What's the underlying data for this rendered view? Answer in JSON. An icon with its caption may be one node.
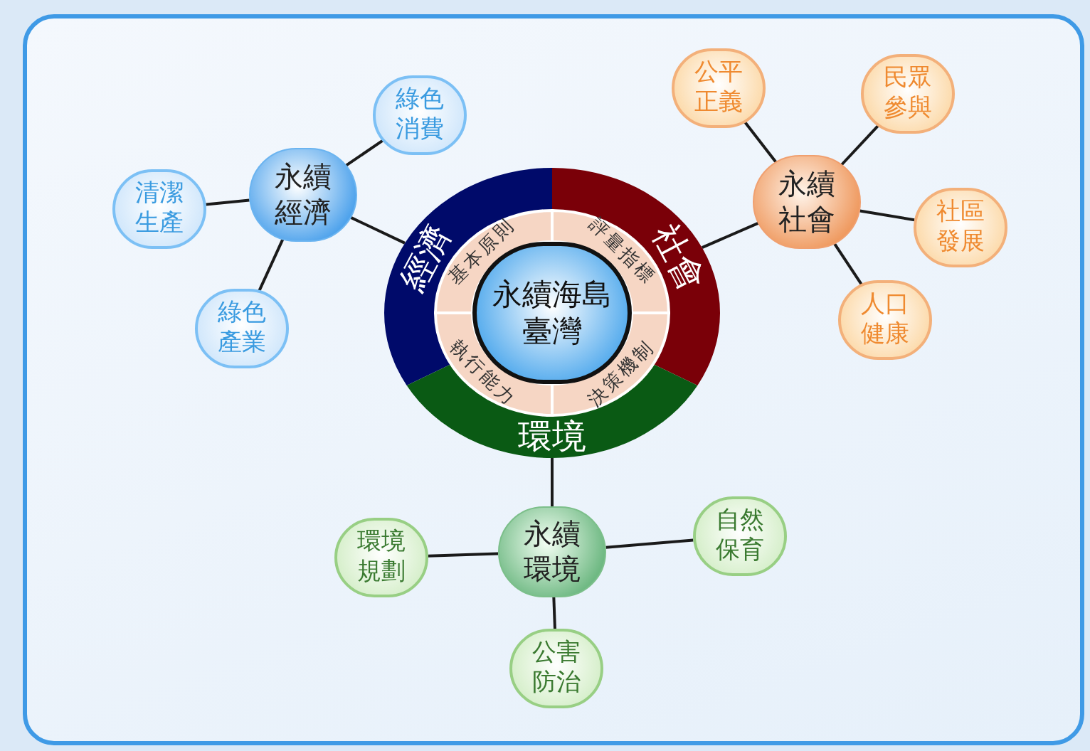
{
  "diagram": {
    "nodes": [
      {
        "text": [
          "經濟"
        ]
      },
      {
        "text": [
          "社會"
        ]
      },
      {
        "text": [
          "環境"
        ]
      },
      {
        "text": [
          "基本原則"
        ]
      },
      {
        "text": [
          "評量指標"
        ]
      },
      {
        "text": [
          "執行能力"
        ]
      },
      {
        "text": [
          "決策機制"
        ]
      },
      {
        "text": [
          "永續海島臺灣"
        ]
      },
      {
        "text": [
          "永續經濟"
        ]
      },
      {
        "text": [
          "綠色消費"
        ]
      },
      {
        "text": [
          "清潔生產"
        ]
      },
      {
        "text": [
          "綠色產業"
        ]
      },
      {
        "text": [
          "公平正義"
        ]
      },
      {
        "text": [
          "民眾參與"
        ]
      },
      {
        "text": [
          "永續社會"
        ]
      },
      {
        "text": [
          "社區發展"
        ]
      },
      {
        "text": [
          "人口健康"
        ]
      },
      {
        "text": [
          "永續環境"
        ]
      },
      {
        "text": [
          "環境規劃"
        ]
      },
      {
        "text": [
          "自然保育"
        ]
      },
      {
        "text": [
          "公害防治"
        ]
      }
    ],
    "edges": [
      {
        "from": 8,
        "to": 0,
        "arrow": "none"
      },
      {
        "from": 8,
        "to": 9,
        "arrow": "none"
      },
      {
        "from": 8,
        "to": 10,
        "arrow": "none"
      },
      {
        "from": 8,
        "to": 11,
        "arrow": "none"
      },
      {
        "from": 14,
        "to": 1,
        "arrow": "none"
      },
      {
        "from": 14,
        "to": 12,
        "arrow": "none"
      },
      {
        "from": 14,
        "to": 13,
        "arrow": "none"
      },
      {
        "from": 14,
        "to": 15,
        "arrow": "none"
      },
      {
        "from": 14,
        "to": 16,
        "arrow": "none"
      },
      {
        "from": 17,
        "to": 2,
        "arrow": "none"
      },
      {
        "from": 17,
        "to": 18,
        "arrow": "none"
      },
      {
        "from": 17,
        "to": 19,
        "arrow": "none"
      },
      {
        "from": 17,
        "to": 20,
        "arrow": "none"
      }
    ]
  }
}
